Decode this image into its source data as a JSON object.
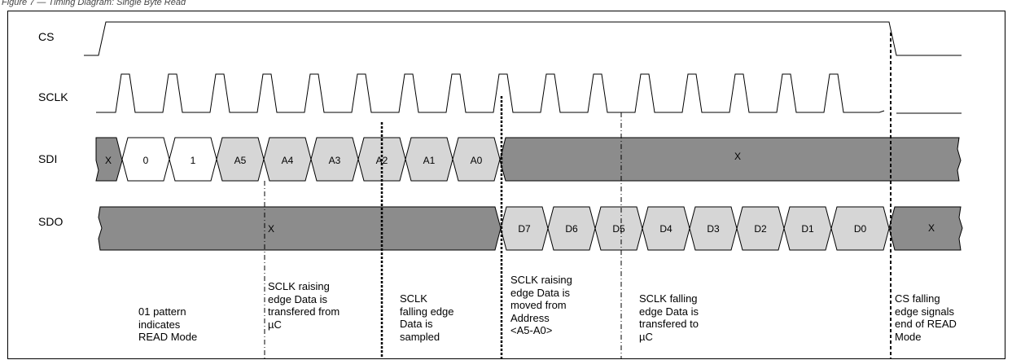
{
  "caption": "Figure 7 — Timing Diagram: Single Byte Read",
  "signals": {
    "cs": "CS",
    "sclk": "SCLK",
    "sdi": "SDI",
    "sdo": "SDO"
  },
  "sdi_cells": [
    "X",
    "0",
    "1",
    "A5",
    "A4",
    "A3",
    "A2",
    "A1",
    "A0",
    "X"
  ],
  "sdo_cells": [
    "X",
    "D7",
    "D6",
    "D5",
    "D4",
    "D3",
    "D2",
    "D1",
    "D0",
    "X"
  ],
  "annotations": [
    "01 pattern\nindicates\nREAD Mode",
    "SCLK raising\nedge Data is\ntransfered from\nµC",
    "SCLK\nfalling edge\nData is\nsampled",
    "SCLK raising\nedge Data is\nmoved from\nAddress\n<A5-A0>",
    "SCLK falling\nedge Data is\ntransfered to\nµC",
    "CS falling\nedge signals\nend of READ\nMode"
  ],
  "colors": {
    "dark_fill": "#8c8c8c",
    "light_fill": "#d6d6d6",
    "white_fill": "#ffffff",
    "line": "#000000"
  }
}
